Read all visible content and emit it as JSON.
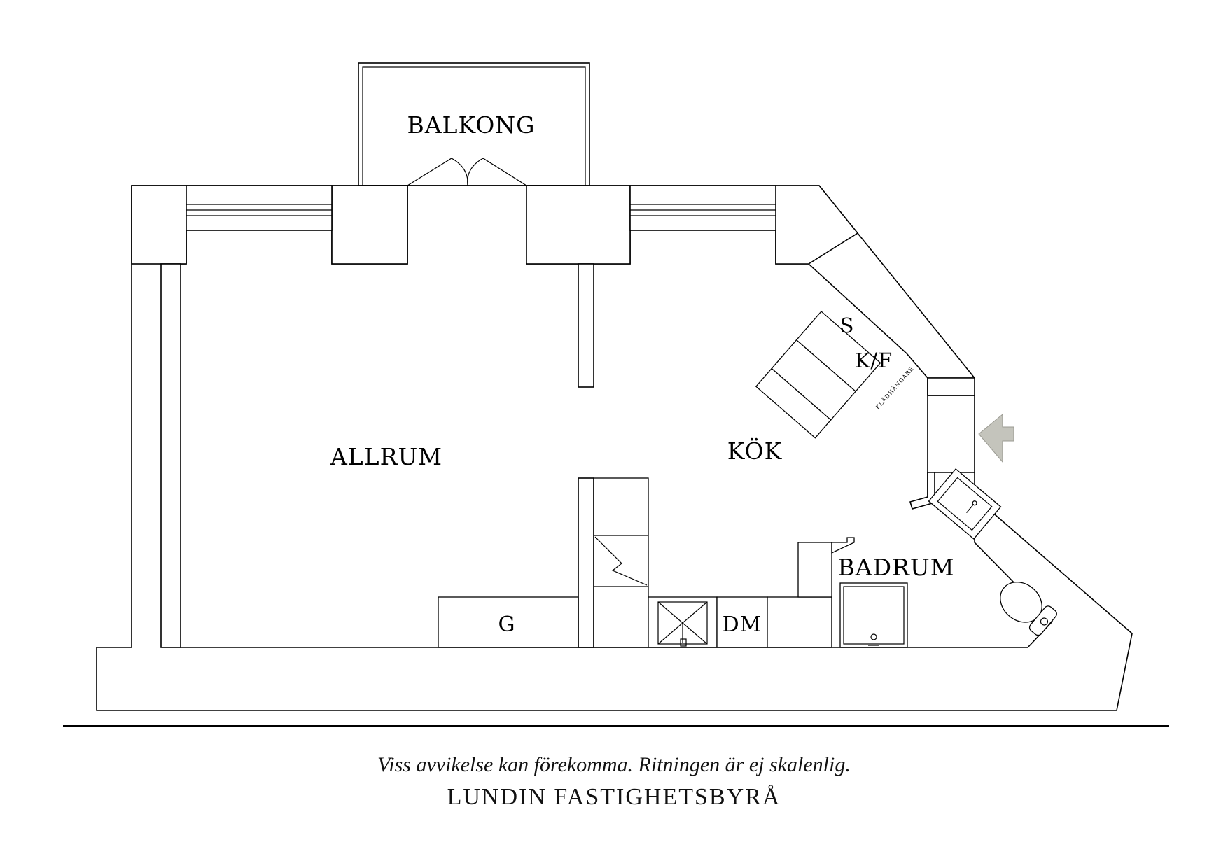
{
  "rooms": {
    "balcony": "BALKONG",
    "living": "ALLRUM",
    "kitchen": "KÖK",
    "bathroom": "BADRUM"
  },
  "fixtures": {
    "stove": "S",
    "fridge_freezer": "K/F",
    "wardrobe": "KLÄDHÄNGARE",
    "wardrobe_g": "G",
    "dishwasher": "DM"
  },
  "footer": {
    "disclaimer": "Viss avvikelse kan förekomma. Ritningen är ej skalenlig.",
    "company": "LUNDIN FASTIGHETSBYRÅ"
  },
  "colors": {
    "lines": "#000000",
    "background": "#ffffff",
    "entrance_arrow": "#c4c4bc"
  },
  "icons": {
    "entrance": "entrance-arrow-icon",
    "balcony_door": "double-door-icon",
    "sink": "sink-icon",
    "toilet": "toilet-icon",
    "shower": "shower-icon"
  }
}
